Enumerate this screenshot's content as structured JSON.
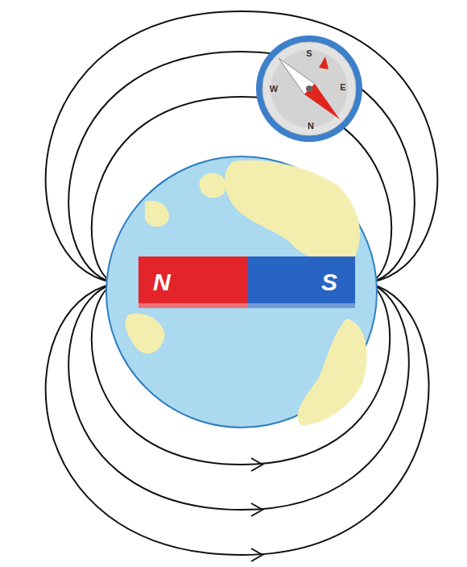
{
  "diagram": {
    "nodes": [
      {
        "text": [
          "N"
        ]
      },
      {
        "text": [
          "S"
        ]
      },
      {
        "text": [
          "S",
          "E",
          "N",
          "W"
        ]
      }
    ]
  }
}
